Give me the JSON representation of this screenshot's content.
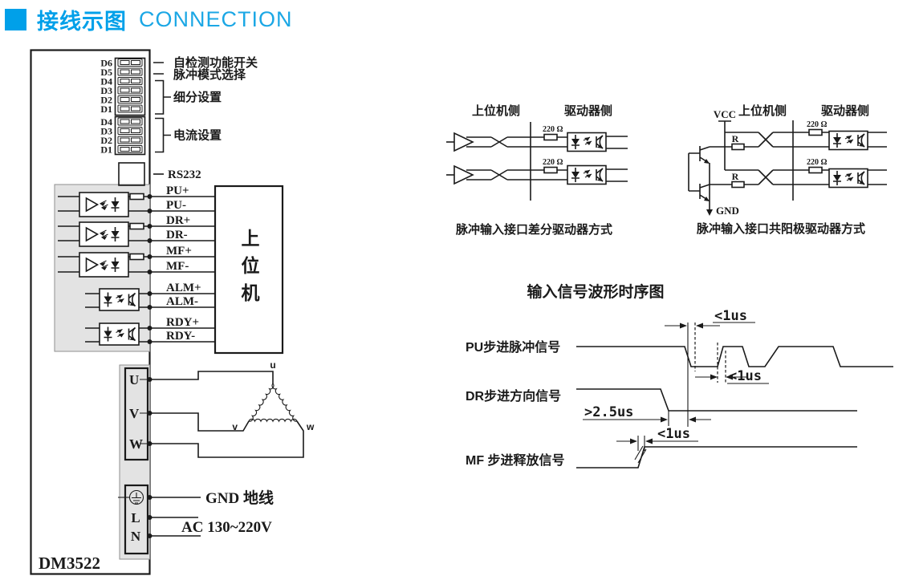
{
  "title": {
    "zh": "接线示图",
    "en": "CONNECTION"
  },
  "driver": {
    "model": "DM3522",
    "dip1": {
      "rows": [
        "D6",
        "D5",
        "D4",
        "D3",
        "D2",
        "D1"
      ],
      "note1": "自检测功能开关",
      "note2": "脉冲模式选择",
      "note3": "细分设置"
    },
    "dip2": {
      "rows": [
        "D4",
        "D3",
        "D2",
        "D1"
      ],
      "note": "电流设置"
    },
    "rs232": "RS232",
    "signals": [
      "PU+",
      "PU-",
      "DR+",
      "DR-",
      "MF+",
      "MF-",
      "ALM+",
      "ALM-",
      "RDY+",
      "RDY-"
    ],
    "host": "上位机",
    "motor": {
      "terminals": [
        "U",
        "V",
        "W"
      ],
      "winding": [
        "u",
        "v",
        "w"
      ]
    },
    "power": {
      "gnd": "GND 地线",
      "ac": "AC 130~220V",
      "l": "L",
      "n": "N"
    }
  },
  "circuits": {
    "diff": {
      "host": "上位机侧",
      "drv": "驱动器侧",
      "r220": "220 Ω",
      "caption": "脉冲输入接口差分驱动器方式"
    },
    "ca": {
      "vcc": "VCC",
      "gnd": "GND",
      "host": "上位机侧",
      "drv": "驱动器侧",
      "r": "R",
      "r220": "220 Ω",
      "caption": "脉冲输入接口共阳极驱动器方式"
    }
  },
  "timing": {
    "title": "输入信号波形时序图",
    "pu": "PU步进脉冲信号",
    "dr": "DR步进方向信号",
    "mf": "MF 步进释放信号",
    "t_fall": "<1us",
    "t_low": "<1us",
    "t_setup": ">2.5us",
    "t_mf": "<1us"
  },
  "colors": {
    "accent": "#00a0e9",
    "line": "#1a1a1a",
    "panel_gray": "#e3e3e3"
  }
}
